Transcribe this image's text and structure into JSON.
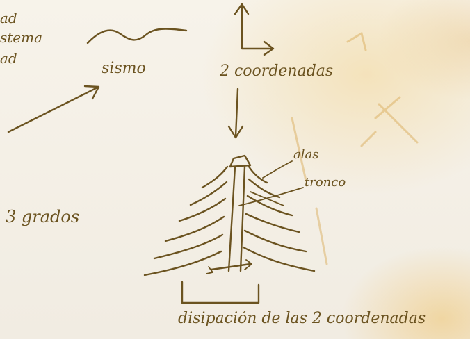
{
  "labels": {
    "top_left_line1": "ad",
    "top_left_line2": "stema",
    "top_left_line3": "ad",
    "wave_label": "sismo",
    "coords_label": "2 coordenadas",
    "ala_label": "alas",
    "tronco_label": "tronco",
    "grados_label": "3 grados",
    "bottom_caption": "disipación de las 2 coordenadas"
  }
}
